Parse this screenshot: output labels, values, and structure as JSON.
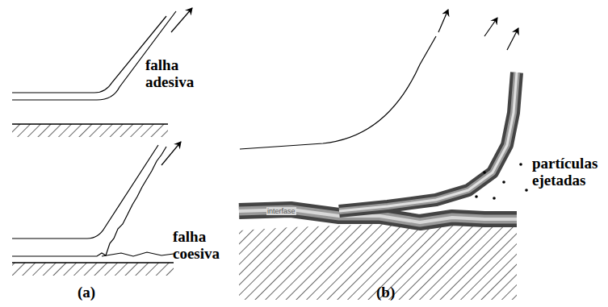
{
  "diagram": {
    "labels": [
      "falha adesiva",
      "falha coesiva",
      "(a)",
      "(b)",
      "partículas ejetadas",
      "interfase"
    ]
  }
}
